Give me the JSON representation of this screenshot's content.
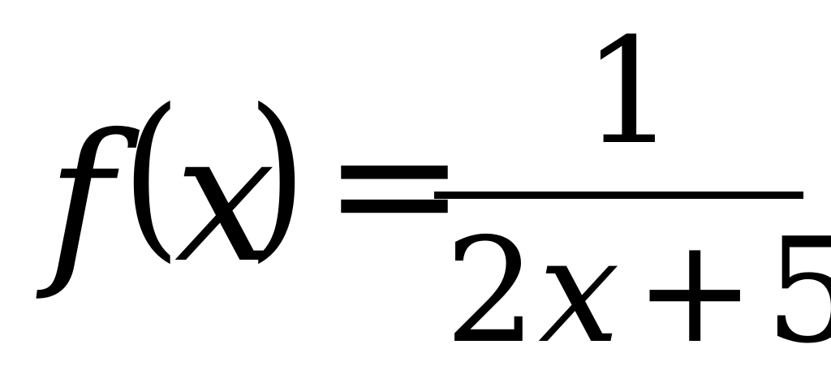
{
  "formula": {
    "function_name": "f",
    "open_paren": "(",
    "variable": "x",
    "close_paren": ")",
    "equals": "=",
    "numerator": "1",
    "denominator": {
      "coefficient": "2",
      "variable": "x",
      "operator": "+",
      "constant": "5"
    }
  },
  "colors": {
    "ink": "#000000",
    "background": "#ffffff"
  }
}
